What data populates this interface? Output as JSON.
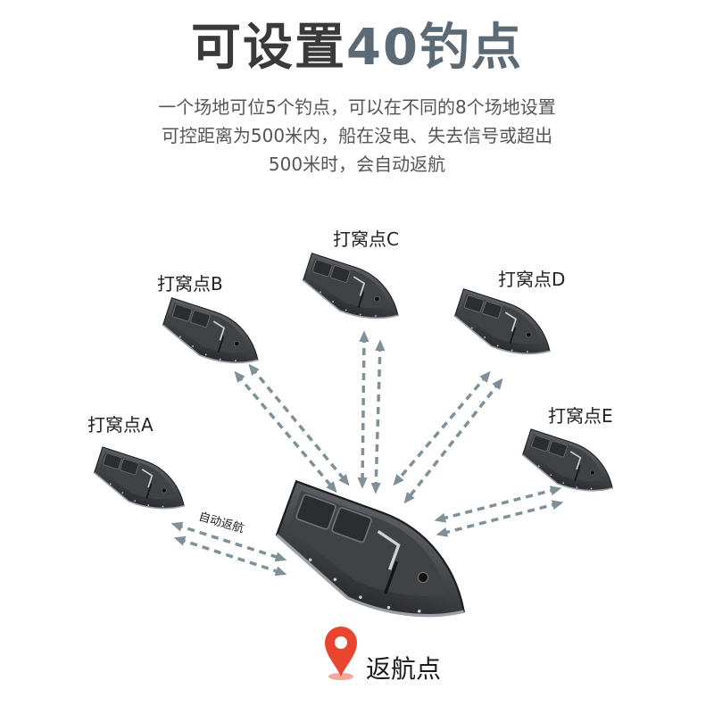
{
  "title": {
    "part1": "可设置",
    "part2": "40钓点"
  },
  "description": [
    "一个场地可位5个钓点，可以在不同的8个场地设置",
    "可控距离为500米内，船在没电、失去信号或超出",
    "500米时，会自动返航"
  ],
  "points": {
    "a": "打窝点A",
    "b": "打窝点B",
    "c": "打窝点C",
    "d": "打窝点D",
    "e": "打窝点E"
  },
  "return_label": "自动返航",
  "home_label": "返航点",
  "colors": {
    "arrow": "#7f9099",
    "accent": "#5b6a75",
    "pin": "#e8452f"
  }
}
